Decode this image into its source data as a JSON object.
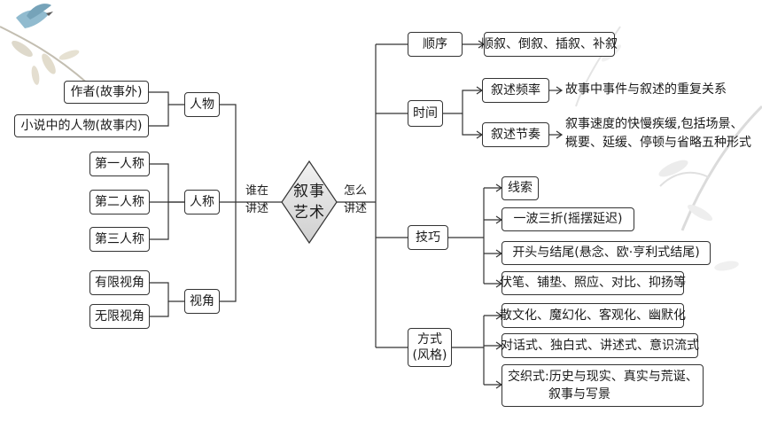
{
  "center": {
    "line1": "叙事",
    "line2": "艺术"
  },
  "left_connector": {
    "line1": "谁在",
    "line2": "讲述"
  },
  "right_connector": {
    "line1": "怎么",
    "line2": "讲述"
  },
  "left": {
    "renwu": {
      "label": "人物",
      "items": [
        "作者(故事外)",
        "小说中的人物(故事内)"
      ]
    },
    "rencheng": {
      "label": "人称",
      "items": [
        "第一人称",
        "第二人称",
        "第三人称"
      ]
    },
    "shijiao": {
      "label": "视角",
      "items": [
        "有限视角",
        "无限视角"
      ]
    }
  },
  "right": {
    "shunxu": {
      "label": "顺序",
      "detail": "顺叙、倒叙、插叙、补叙"
    },
    "shijian": {
      "label": "时间",
      "pinlv": {
        "label": "叙述频率",
        "desc": "故事中事件与叙述的重复关系"
      },
      "jiezou": {
        "label": "叙述节奏",
        "desc1": "叙事速度的快慢疾缓,包括场景、",
        "desc2": "概要、延缓、停顿与省略五种形式"
      }
    },
    "jiqiao": {
      "label": "技巧",
      "items": [
        "线索",
        "一波三折(摇摆延迟)",
        "开头与结尾(悬念、欧·亨利式结尾)",
        "伏笔、铺垫、照应、对比、抑扬等"
      ]
    },
    "fangshi": {
      "line1": "方式",
      "line2": "(风格)",
      "item1": "散文化、魔幻化、客观化、幽默化",
      "item2": "对话式、独白式、讲述式、意识流式",
      "item3_line1": "交织式:历史与现实、真实与荒诞、",
      "item3_line2": "叙事与写景"
    }
  }
}
